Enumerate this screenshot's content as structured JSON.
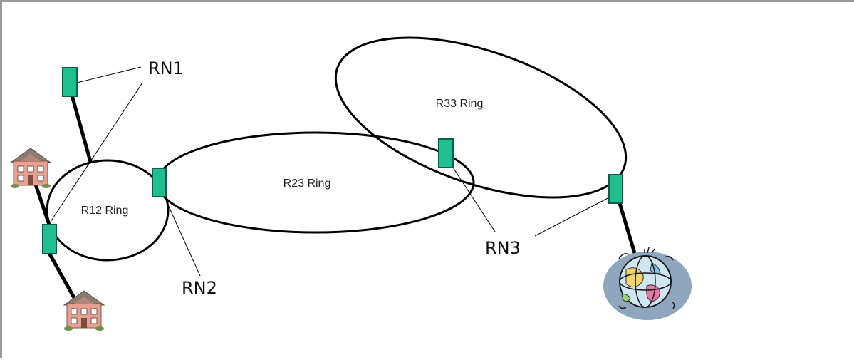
{
  "diagram": {
    "rings": [
      {
        "id": "r12",
        "label": "R12 Ring"
      },
      {
        "id": "r23",
        "label": "R23 Ring"
      },
      {
        "id": "r33",
        "label": "R33 Ring"
      }
    ],
    "callouts": [
      {
        "id": "rn1",
        "label": "RN1"
      },
      {
        "id": "rn2",
        "label": "RN2"
      },
      {
        "id": "rn3",
        "label": "RN3"
      }
    ],
    "colors": {
      "node_fill": "#1fbf8f",
      "node_stroke": "#0f5f48",
      "ring_stroke": "#000000",
      "link_stroke": "#000000",
      "globe_shadow": "#8fa6bf",
      "house_wall": "#e7a191",
      "house_roof": "#8c7b73"
    },
    "icons": [
      "house-icon",
      "globe-icon",
      "network-node-icon"
    ]
  }
}
